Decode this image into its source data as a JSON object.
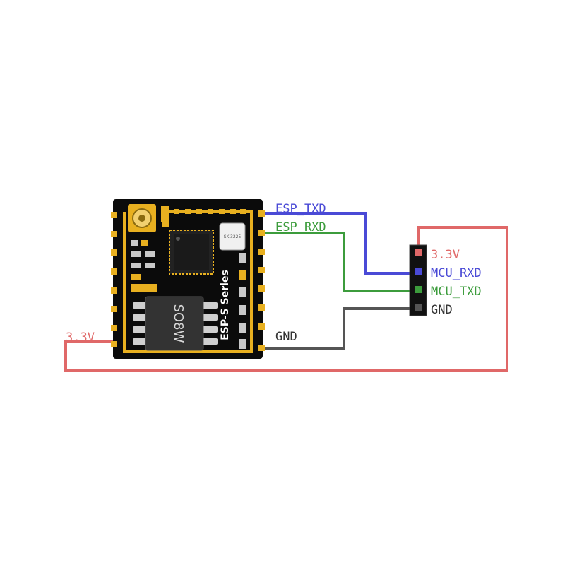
{
  "module": {
    "series_text": "ESP-S Series",
    "flash_text": "SO8W",
    "crystal_text": "SK-3225"
  },
  "labels": {
    "esp_txd": "ESP_TXD",
    "esp_rxd": "ESP_RXD",
    "gnd_left": "GND",
    "vcc_left": "3.3V"
  },
  "header_pins": [
    {
      "label": "3.3V"
    },
    {
      "label": "MCU_RXD"
    },
    {
      "label": "MCU_TXD"
    },
    {
      "label": "GND"
    }
  ],
  "colors": {
    "vcc": "#e06868",
    "txd": "#4a4ad6",
    "rxd": "#3c9c3c",
    "gnd": "#555555",
    "board": "#0b0b0b",
    "gold": "#e8b020"
  }
}
